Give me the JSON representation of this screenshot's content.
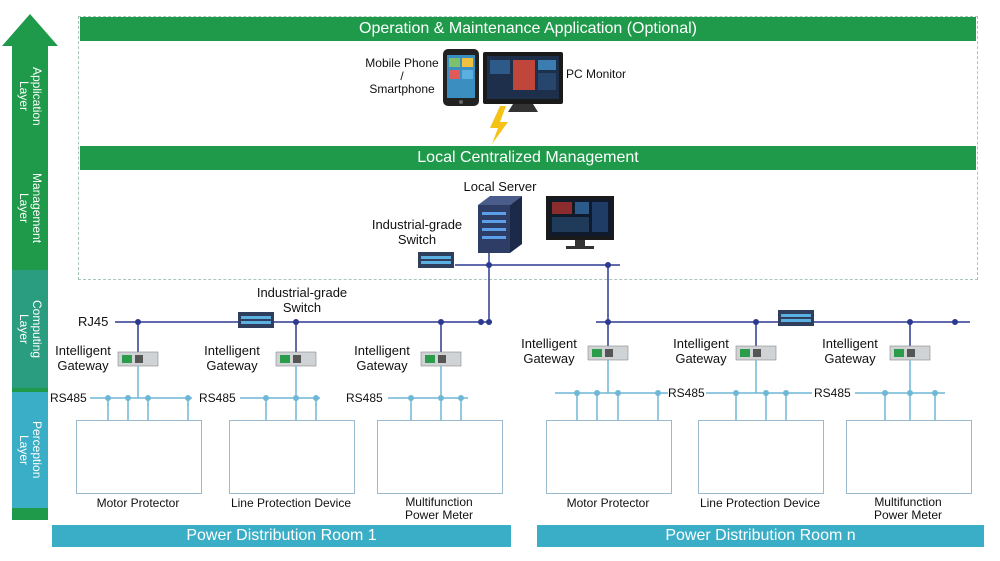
{
  "layers": {
    "application": "Application\nLayer",
    "management": "Management\nLayer",
    "computing": "Computing\nLayer",
    "perception": "Perception\nLayer"
  },
  "bars": {
    "om_app": "Operation & Maintenance Application (Optional)",
    "local_mgmt": "Local Centralized Management",
    "room1": "Power Distribution Room 1",
    "roomn": "Power Distribution Room n"
  },
  "labels": {
    "mobile": "Mobile Phone\n/\nSmartphone",
    "pc_monitor": "PC Monitor",
    "local_server": "Local Server",
    "switch_mgmt": "Industrial-grade\nSwitch",
    "switch_room1": "Industrial-grade\nSwitch",
    "rj45": "RJ45",
    "gateway": "Intelligent\nGateway",
    "rs485": "RS485",
    "motor_protector": "Motor Protector",
    "line_protection": "Line Protection Device",
    "multifunction": "Multifunction\nPower Meter"
  },
  "colors": {
    "green": "#1e9a4a",
    "teal": "#3aaec6",
    "navy": "#2b3990",
    "bus_blue": "#6fb7d6"
  }
}
